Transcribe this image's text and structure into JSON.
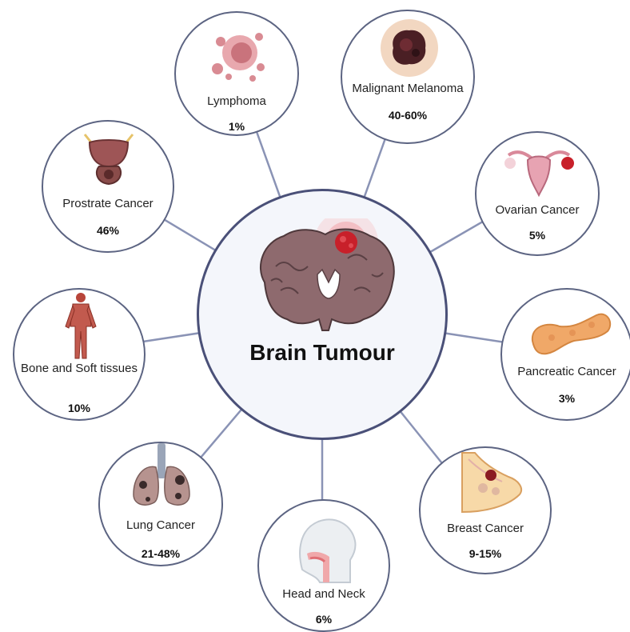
{
  "center": {
    "title": "Brain Tumour"
  },
  "nodes": [
    {
      "id": "lymphoma",
      "label": "Lymphoma",
      "value": "1%"
    },
    {
      "id": "malignant-melanoma",
      "label": "Malignant Melanoma",
      "value": "40-60%"
    },
    {
      "id": "ovarian-cancer",
      "label": "Ovarian Cancer",
      "value": "5%"
    },
    {
      "id": "pancreatic-cancer",
      "label": "Pancreatic Cancer",
      "value": "3%"
    },
    {
      "id": "breast-cancer",
      "label": "Breast Cancer",
      "value": "9-15%"
    },
    {
      "id": "head-and-neck",
      "label": "Head and Neck",
      "value": "6%"
    },
    {
      "id": "lung-cancer",
      "label": "Lung Cancer",
      "value": "21-48%"
    },
    {
      "id": "bone-and-soft-tissues",
      "label": "Bone and Soft tissues",
      "value": "10%"
    },
    {
      "id": "prostrate-cancer",
      "label": "Prostrate Cancer",
      "value": "46%"
    }
  ],
  "colors": {
    "border": "#5c6482",
    "connector": "#7a85a8",
    "tissue": "#8e6a6e",
    "tumour": "#c8202a"
  }
}
